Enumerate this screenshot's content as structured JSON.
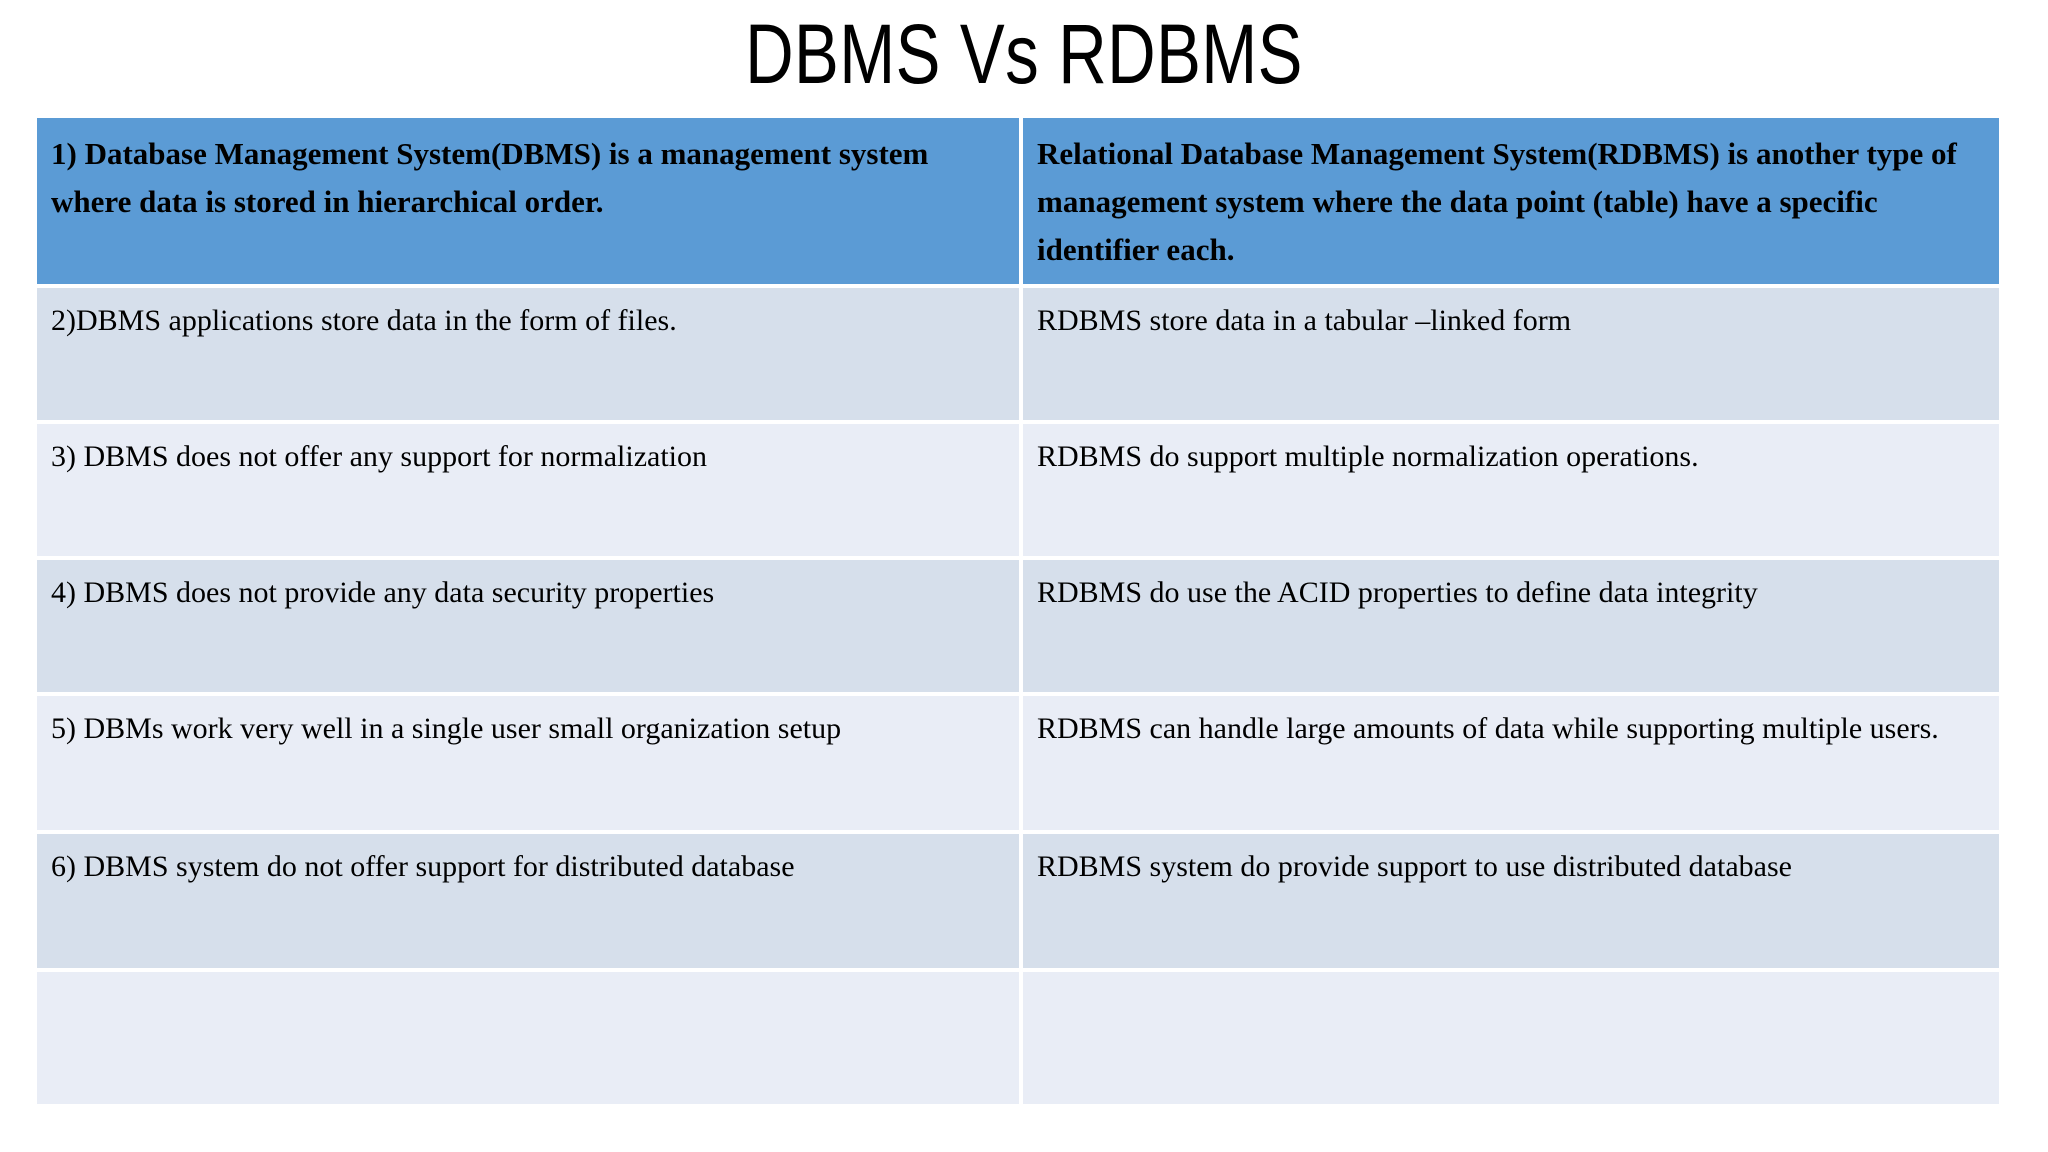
{
  "slide": {
    "title": "DBMS Vs RDBMS",
    "background_color": "#ffffff"
  },
  "colors": {
    "header_fill": "#5b9bd5",
    "band_a_fill": "#d6dfeb",
    "band_b_fill": "#e9edf6",
    "text": "#000000",
    "gridline": "#ffffff"
  },
  "table": {
    "columns": 2,
    "header": {
      "left": "1) Database Management System(DBMS) is a management system where data is stored in hierarchical order.",
      "right": "Relational Database Management System(RDBMS) is another type of management system where the data point (table) have a specific identifier each."
    },
    "rows": [
      {
        "left": "2)DBMS applications store data in the form of files.",
        "right": "RDBMS store data in a tabular –linked form"
      },
      {
        "left": "3) DBMS does not offer any support for normalization",
        "right": "RDBMS do support multiple normalization operations."
      },
      {
        "left": "4) DBMS does not provide any data security properties",
        "right": "RDBMS do use the ACID properties to define data integrity"
      },
      {
        "left": "5)  DBMs work very well in a single user small organization setup",
        "right": "RDBMS can handle large amounts of data while supporting multiple users."
      },
      {
        "left": "6) DBMS system do not offer support for distributed database",
        "right": "RDBMS system do provide support to use distributed database"
      },
      {
        "left": "",
        "right": ""
      }
    ]
  }
}
